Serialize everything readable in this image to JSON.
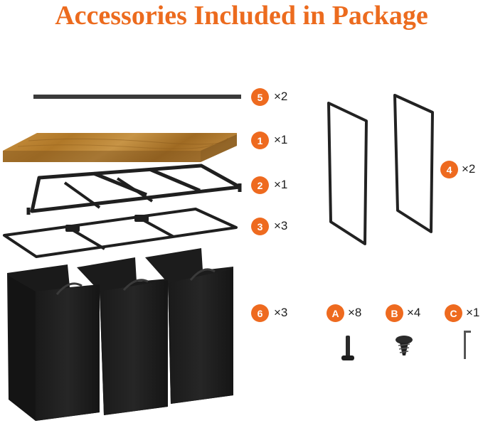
{
  "title": "Accessories Included in Package",
  "accent_color": "#ee6a1f",
  "parts": [
    {
      "badge": "5",
      "qty": "×2",
      "icon": "rod"
    },
    {
      "badge": "1",
      "qty": "×1",
      "icon": "wood-shelf-board"
    },
    {
      "badge": "2",
      "qty": "×1",
      "icon": "top-metal-frame"
    },
    {
      "badge": "3",
      "qty": "×3",
      "icon": "bottom-metal-frame"
    },
    {
      "badge": "4",
      "qty": "×2",
      "icon": "side-frame"
    },
    {
      "badge": "6",
      "qty": "×3",
      "icon": "laundry-bag"
    }
  ],
  "hardware": [
    {
      "badge": "A",
      "qty": "×8",
      "icon": "bolt"
    },
    {
      "badge": "B",
      "qty": "×4",
      "icon": "screw"
    },
    {
      "badge": "C",
      "qty": "×1",
      "icon": "allen-key"
    }
  ]
}
